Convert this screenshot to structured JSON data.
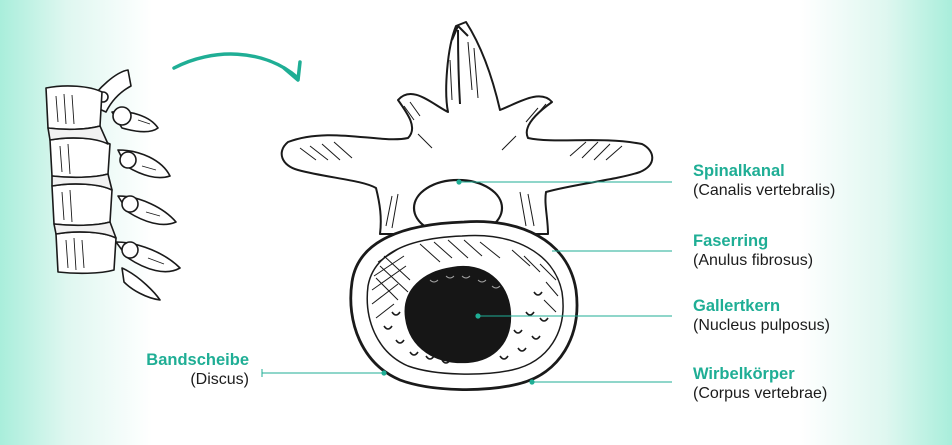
{
  "diagram": {
    "accent_color": "#1fae95",
    "ink_color": "#1a1a1a",
    "labels": [
      {
        "id": "spinalkanal",
        "term": "Spinalkanal",
        "latin": "(Canalis vertebralis)"
      },
      {
        "id": "faserring",
        "term": "Faserring",
        "latin": "(Anulus fibrosus)"
      },
      {
        "id": "gallertkern",
        "term": "Gallertkern",
        "latin": "(Nucleus pulposus)"
      },
      {
        "id": "wirbelkoerper",
        "term": "Wirbelkörper",
        "latin": "(Corpus vertebrae)"
      },
      {
        "id": "bandscheibe",
        "term": "Bandscheibe",
        "latin": "(Discus)"
      }
    ]
  }
}
